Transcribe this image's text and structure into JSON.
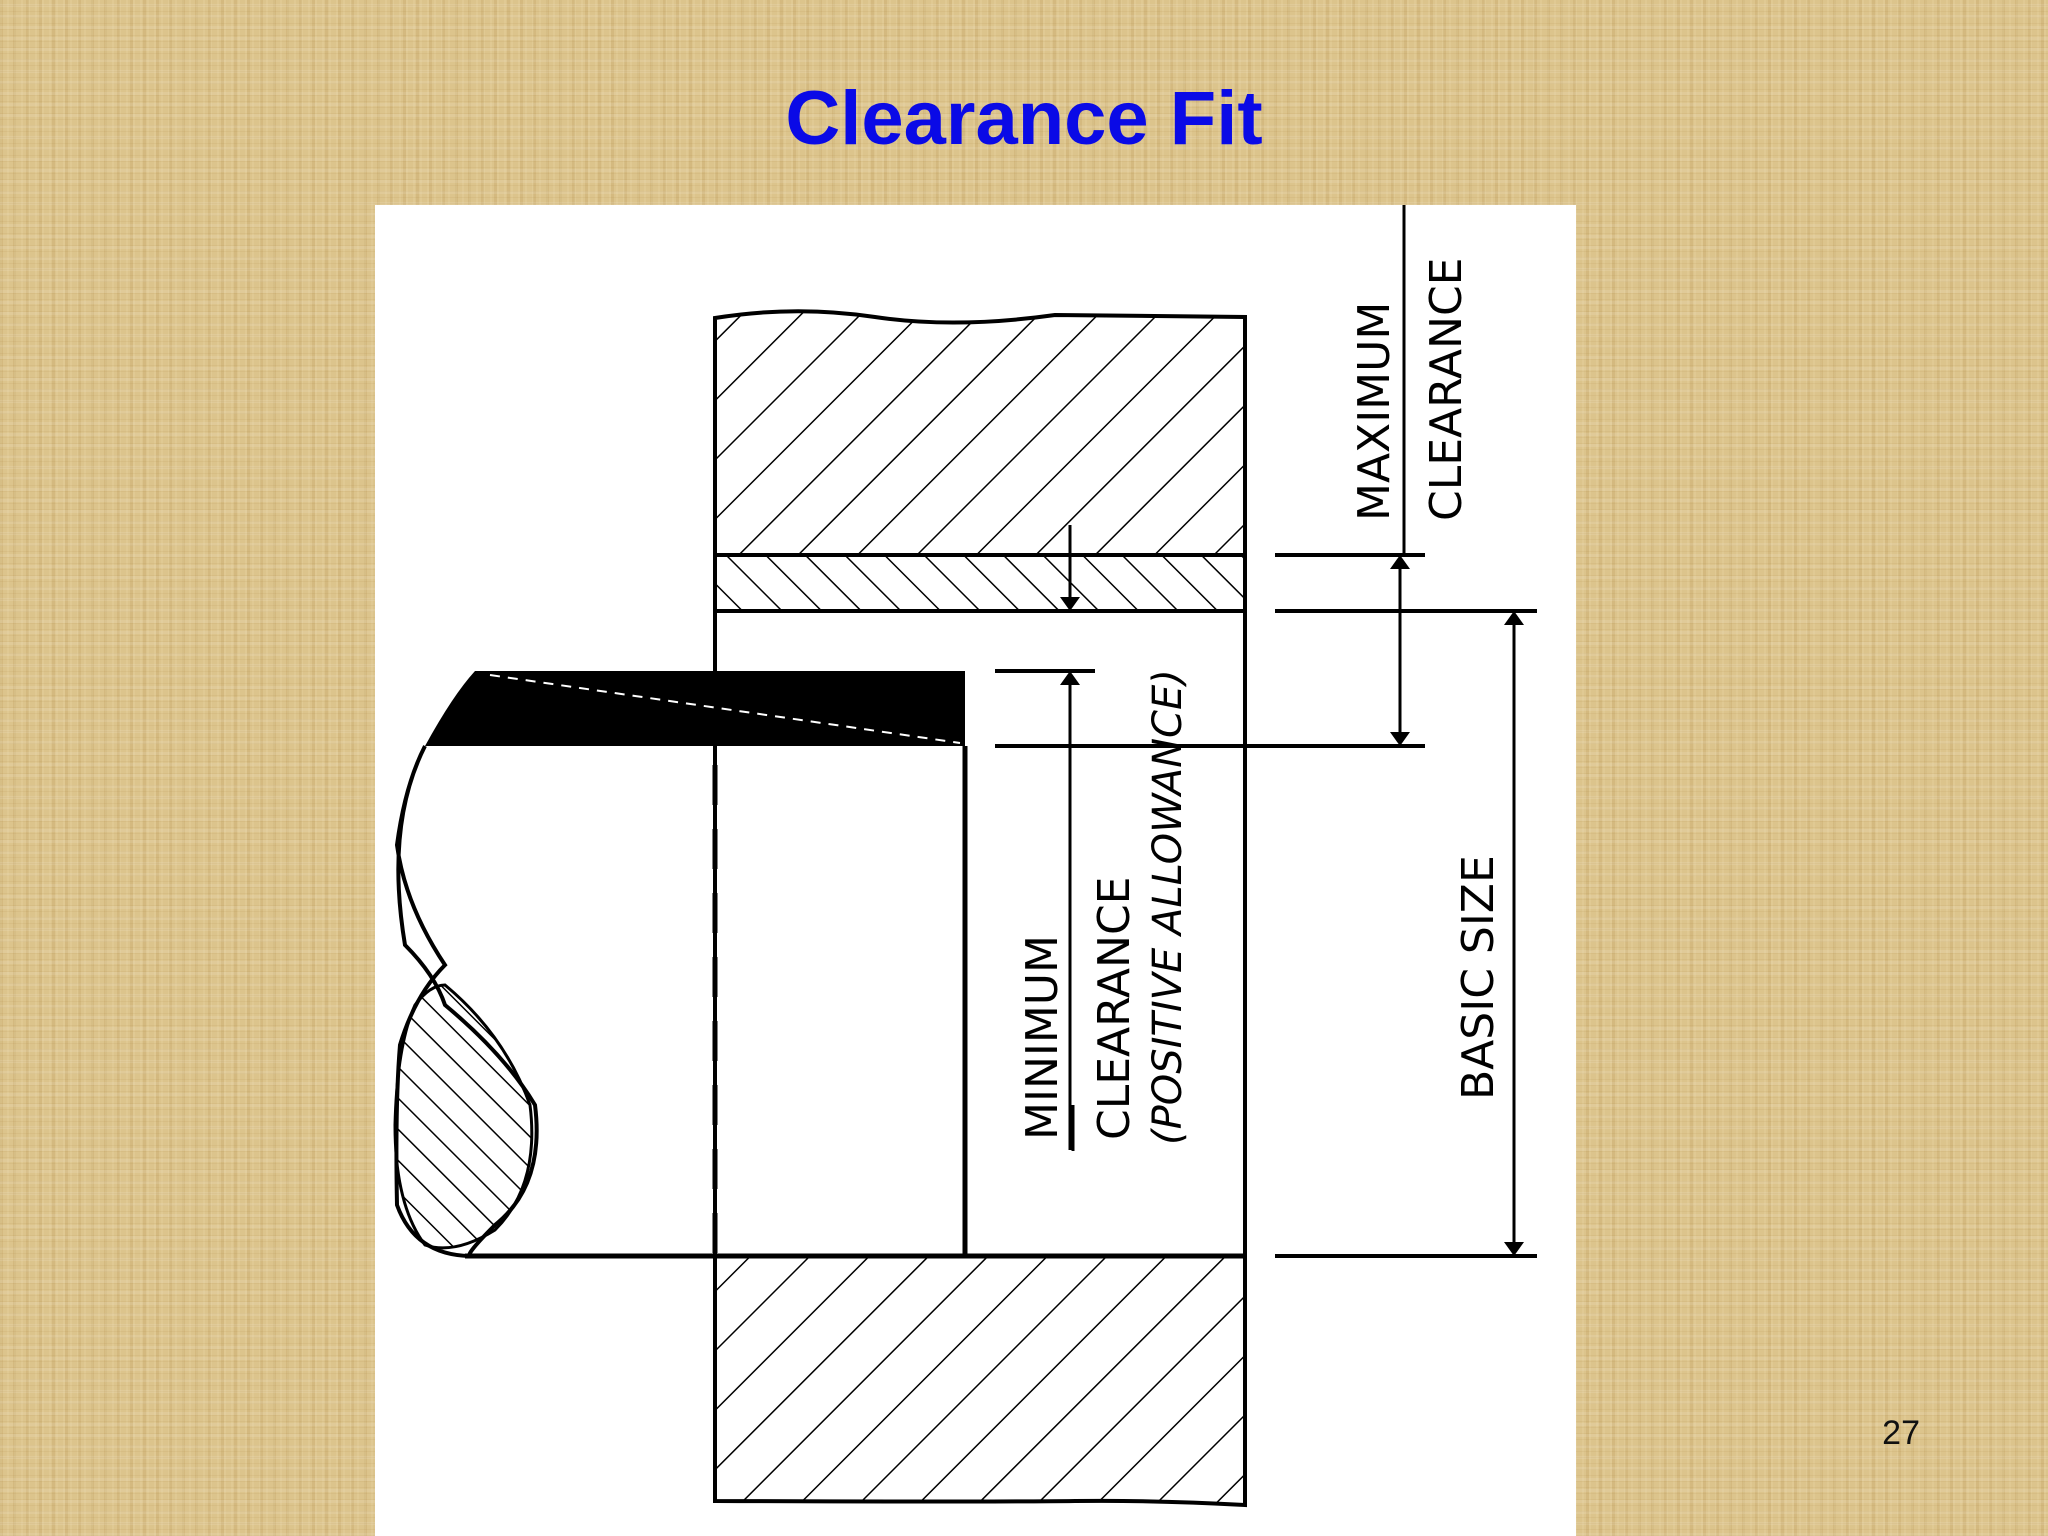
{
  "slide": {
    "title": "Clearance Fit",
    "page_number": "27"
  },
  "diagram": {
    "labels": {
      "maximum": "MAXIMUM",
      "max_clearance": "CLEARANCE",
      "minimum": "MINIMUM",
      "min_clearance": "CLEARANCE",
      "positive_allowance": "(POSITIVE ALLOWANCE)",
      "basic_size": "BASIC SIZE"
    }
  }
}
